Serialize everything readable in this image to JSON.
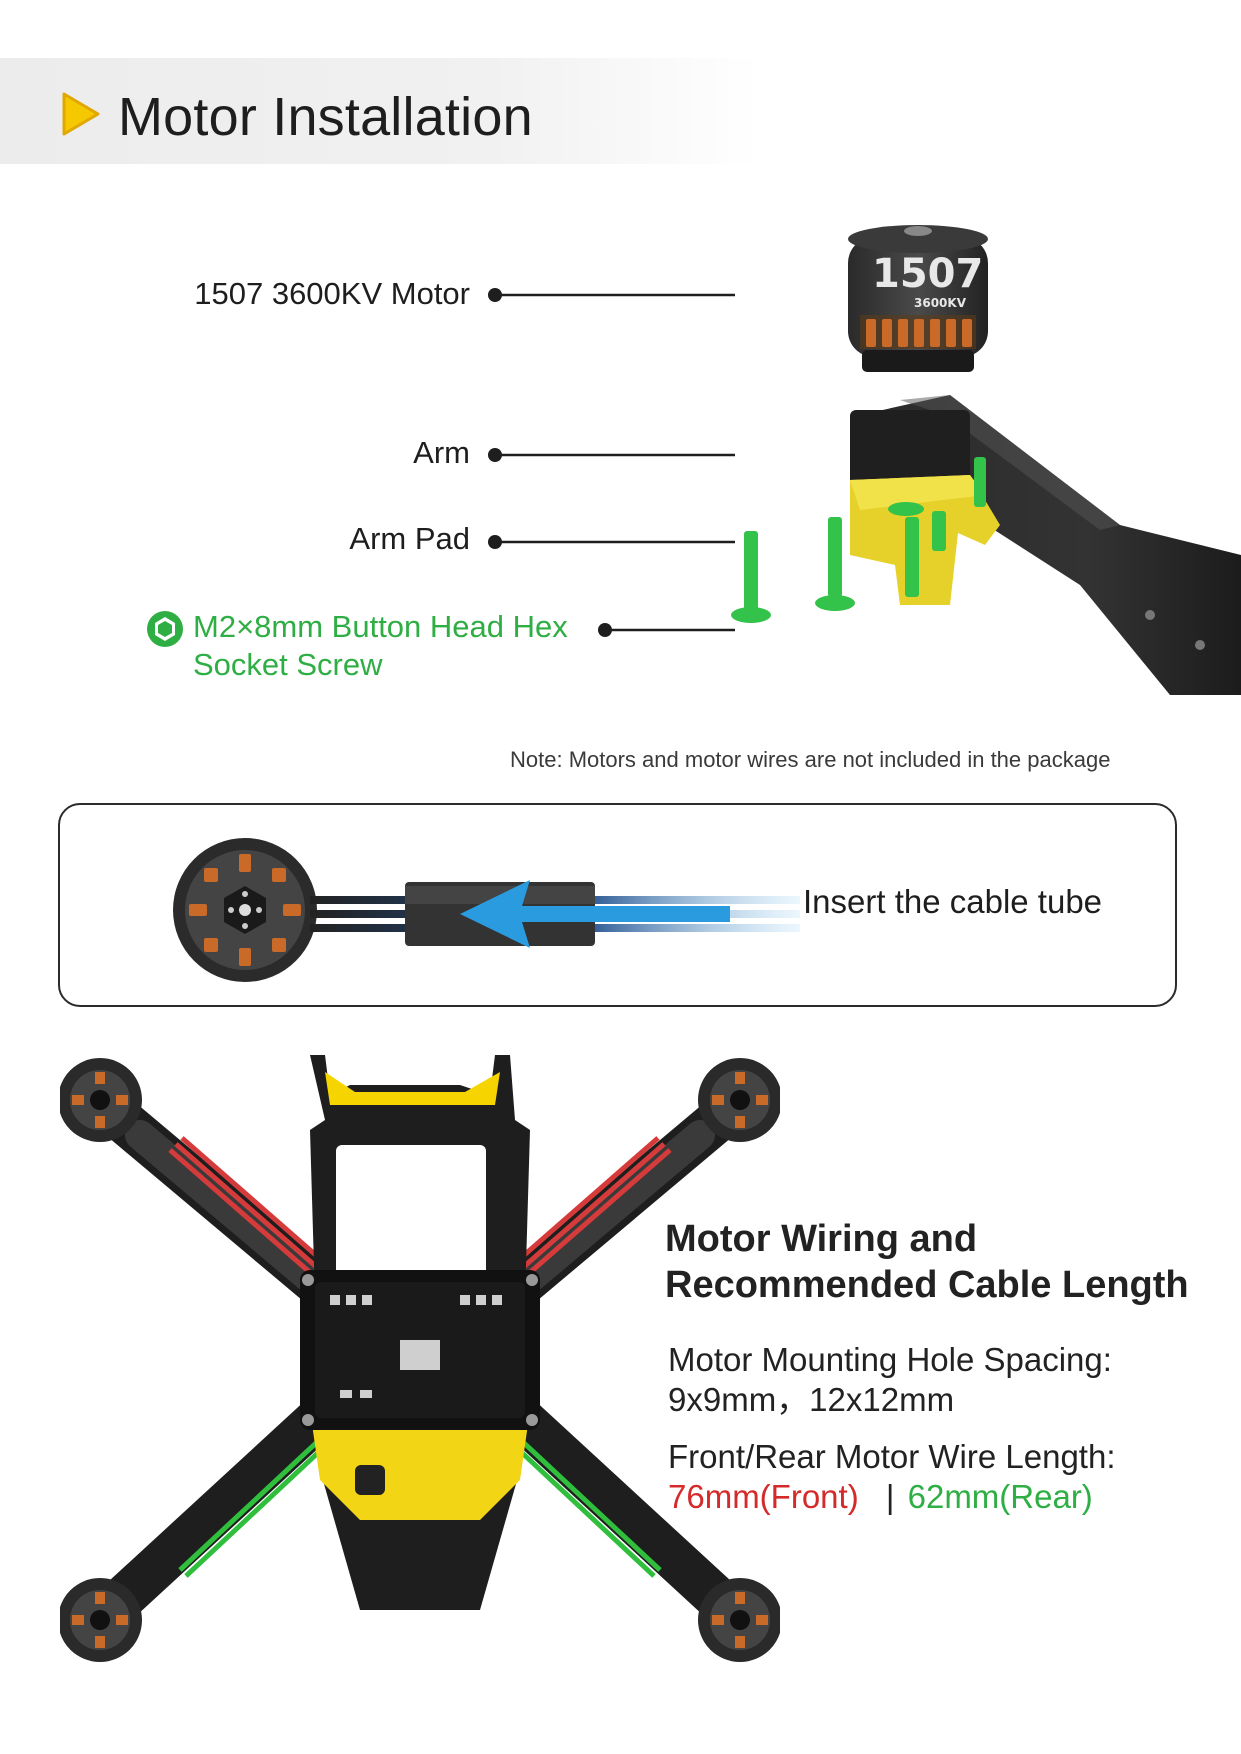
{
  "header": {
    "title": "Motor Installation"
  },
  "callouts": {
    "motor": "1507 3600KV Motor",
    "arm": "Arm",
    "arm_pad": "Arm Pad",
    "screw_line1": "M2×8mm Button Head Hex",
    "screw_line2": "Socket Screw"
  },
  "motor_label": {
    "model": "1507",
    "kv": "3600KV"
  },
  "note": "Note: Motors and motor wires are not included in the package",
  "tube_step": {
    "label": "Insert the cable tube"
  },
  "wiring": {
    "title_line1": "Motor Wiring and",
    "title_line2": "Recommended Cable Length",
    "hole_spacing_label": "Motor Mounting Hole Spacing:",
    "hole_spacing_value": "9x9mm，12x12mm",
    "wire_length_label": "Front/Rear Motor Wire Length:",
    "front_length": "76mm(Front)",
    "separator": "|",
    "rear_length": "62mm(Rear)"
  },
  "colors": {
    "accent_yellow": "#f5c800",
    "screw_green": "#2fae44",
    "front_wire_red": "#d42a2a",
    "rear_wire_green": "#2fae44",
    "arrow_blue": "#2b9be0"
  }
}
